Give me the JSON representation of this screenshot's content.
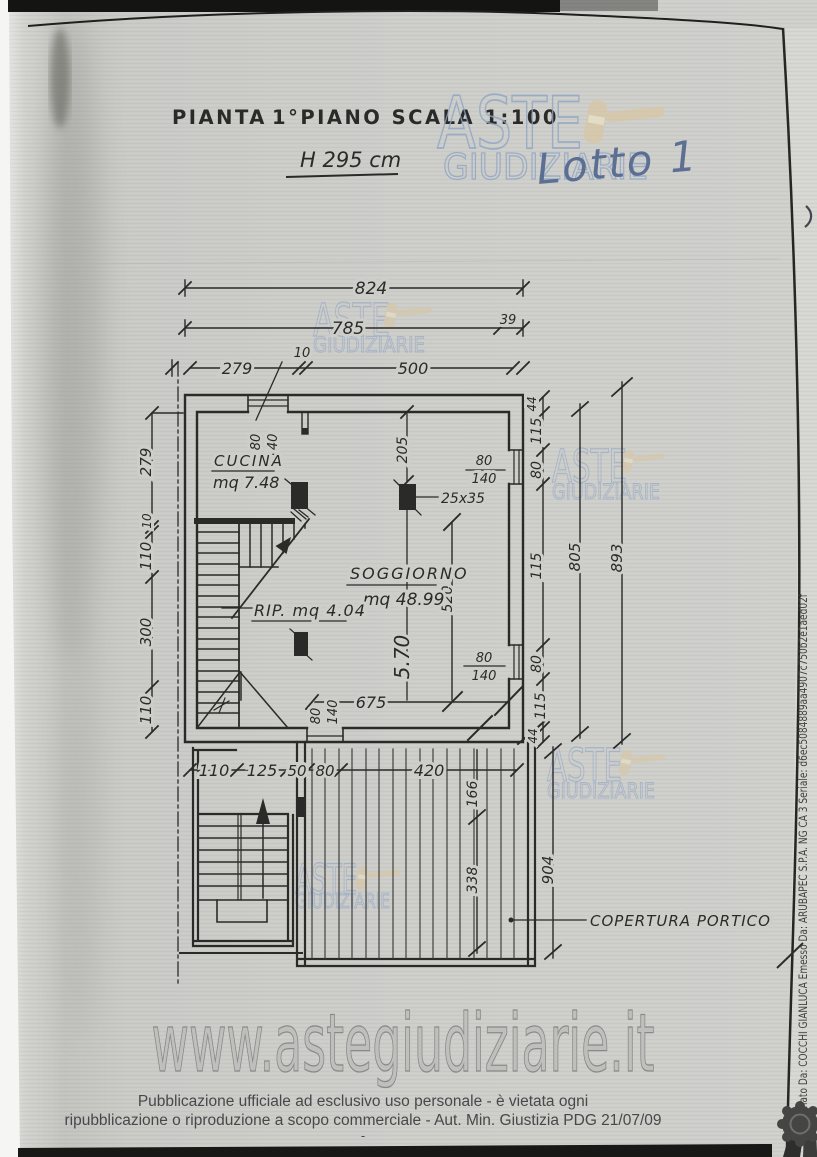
{
  "document": {
    "title_word1": "PIANTA",
    "title_rest": "1°PIANO SCALA 1:100",
    "height_note": "H 295 cm",
    "handwritten_lot": "Lotto 1",
    "pen_mark": ")"
  },
  "watermark": {
    "word1": "ASTE",
    "word2": "GIUDIZIARIE",
    "url": "www.astegiudiziarie.it"
  },
  "plan": {
    "rooms": {
      "kitchen": "CUCINA",
      "kitchen_area": "mq 7.48",
      "living": "SOGGIORNO",
      "living_area": "mq 48.99",
      "storage": "RIP. mq 4.04",
      "porch": "COPERTURA PORTICO",
      "pillar_size": "25x35",
      "ceiling_height": "5.70"
    },
    "dims": {
      "d824": "824",
      "d785": "785",
      "d39": "39",
      "d279": "279",
      "d10": "10",
      "d500": "500",
      "d110": "110",
      "d300": "300",
      "d125": "125",
      "d50": "50",
      "d80": "80",
      "d140": "140",
      "d420": "420",
      "d44": "44",
      "d115": "115",
      "d205": "205",
      "d520": "520",
      "d675": "675",
      "d805": "805",
      "d893": "893",
      "d904": "904",
      "d166": "166",
      "d338": "338"
    }
  },
  "footer": {
    "line1": "Pubblicazione ufficiale ad esclusivo uso personale - è vietata ogni",
    "line2": "ripubblicazione o riproduzione a scopo commerciale - Aut. Min. Giustizia PDG 21/07/09"
  },
  "signature": {
    "text": "Firmato Da: COCCHI GIANLUCA Emesso Da: ARUBAPEC S.P.A. NG CA 3 Seriale: d6ec5084889aa4907c750b2e1aed02f"
  },
  "colors": {
    "paper": "#cdcdca",
    "ink": "#2a2a28",
    "watermark_blue": "#8ea5c5",
    "gavel_tan": "#d9c6a0",
    "pen_blue": "#51658c",
    "url_fill": "#bfbfbd",
    "url_stroke": "#868684",
    "footer_text": "#48484a"
  }
}
